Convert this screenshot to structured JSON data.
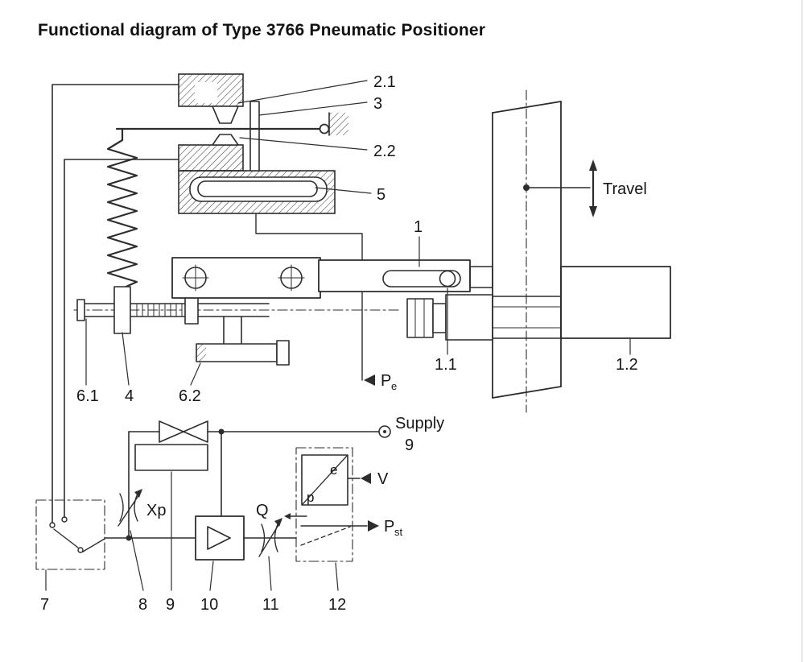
{
  "title": "Functional diagram of Type 3766 Pneumatic Positioner",
  "part_labels": {
    "n2_1": "2.1",
    "n3": "3",
    "n2_2": "2.2",
    "n5": "5",
    "n1": "1",
    "n1_1": "1.1",
    "n1_2": "1.2",
    "n6_1": "6.1",
    "n4": "4",
    "n6_2": "6.2",
    "n7": "7",
    "n8": "8",
    "n9": "9",
    "n10": "10",
    "n11": "11",
    "n12": "12"
  },
  "annotations": {
    "travel": "Travel",
    "supply": "Supply",
    "supply_number": "9",
    "xp": "Xp",
    "q": "Q",
    "v": "V",
    "p_signal": "P",
    "pe_subscript": "e",
    "pst_subscript": "st",
    "converter_top": "e",
    "converter_bottom": "p"
  },
  "colors": {
    "line": "#2d2d2d",
    "pin_fill": "#b5b5b5",
    "background": "#ffffff"
  }
}
